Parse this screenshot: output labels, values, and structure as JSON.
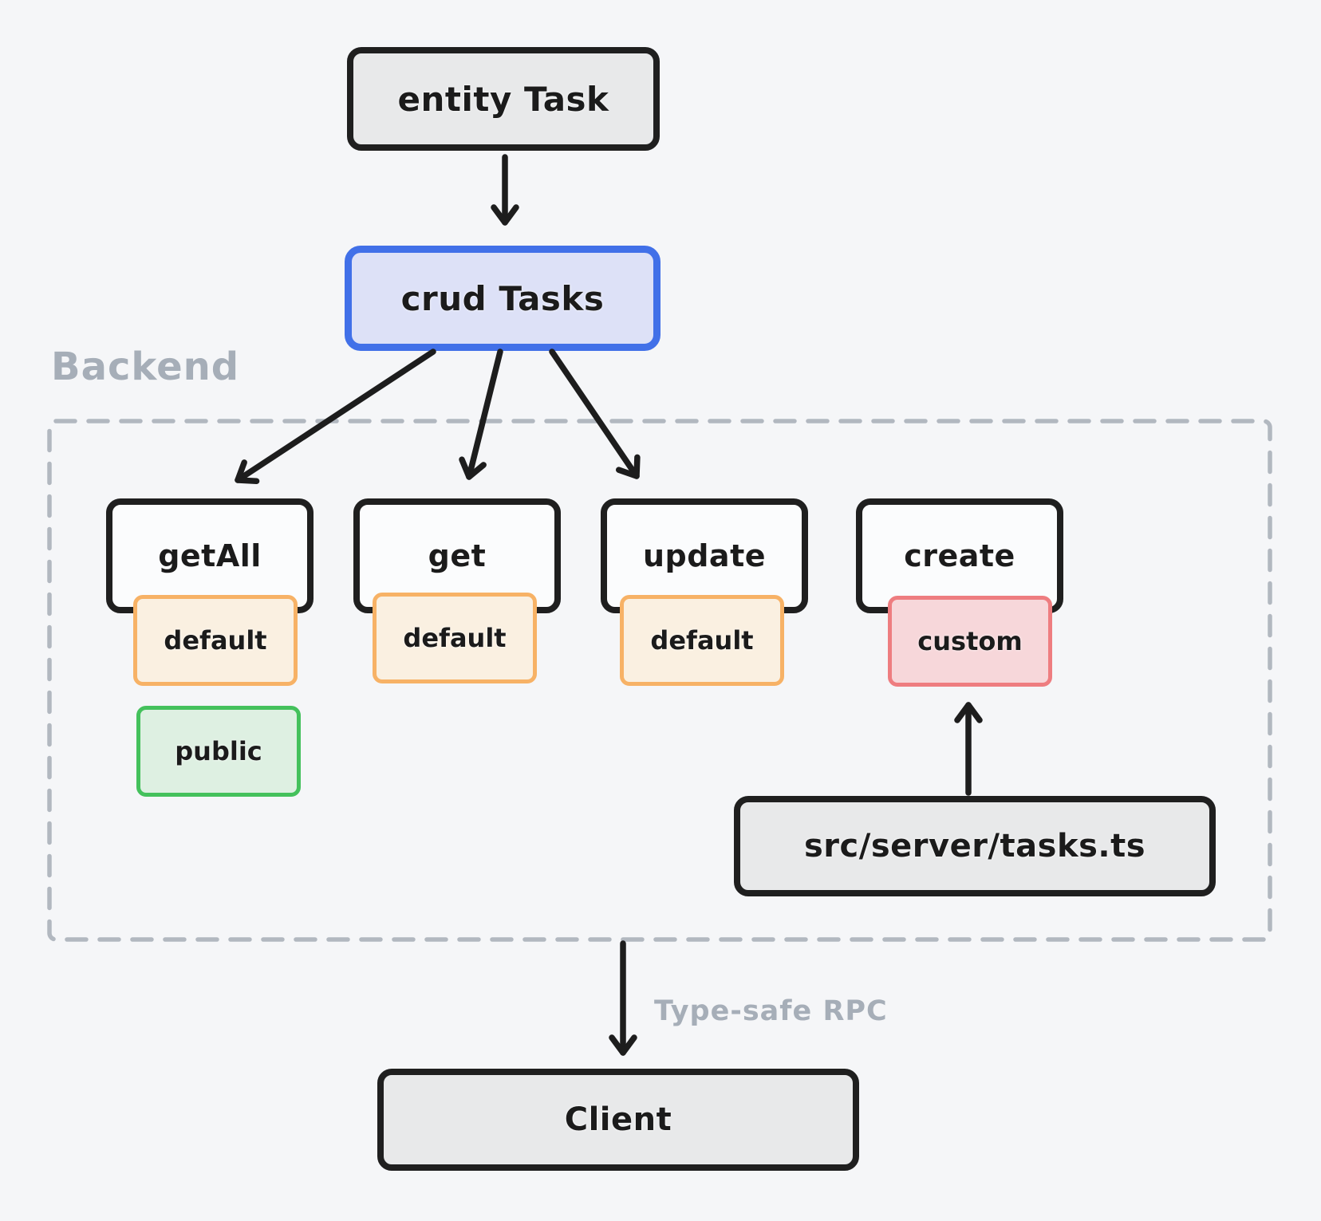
{
  "diagram": {
    "entity": "entity Task",
    "crud": "crud Tasks",
    "backend_label": "Backend",
    "methods": [
      {
        "name": "getAll",
        "badge": "default",
        "visibility": "public"
      },
      {
        "name": "get",
        "badge": "default"
      },
      {
        "name": "update",
        "badge": "default"
      },
      {
        "name": "create",
        "badge": "custom"
      }
    ],
    "server_file": "src/server/tasks.ts",
    "rpc_label": "Type-safe RPC",
    "client": "Client"
  },
  "colors": {
    "background": "#f5f6f8",
    "node_fill": "#e8e9ea",
    "node_border": "#1f1f1f",
    "crud_fill": "#dde1f7",
    "crud_border": "#4170e8",
    "method_fill": "#fbfcfd",
    "default_badge_fill": "#faf0e1",
    "default_badge_border": "#f7b266",
    "custom_badge_fill": "#f7d7da",
    "custom_badge_border": "#ee7d80",
    "public_badge_fill": "#def0e2",
    "public_badge_border": "#44c15c",
    "muted_label": "#a6aeb8",
    "dashed_frame": "#b2b8c0",
    "arrow": "#1d1d1d"
  }
}
